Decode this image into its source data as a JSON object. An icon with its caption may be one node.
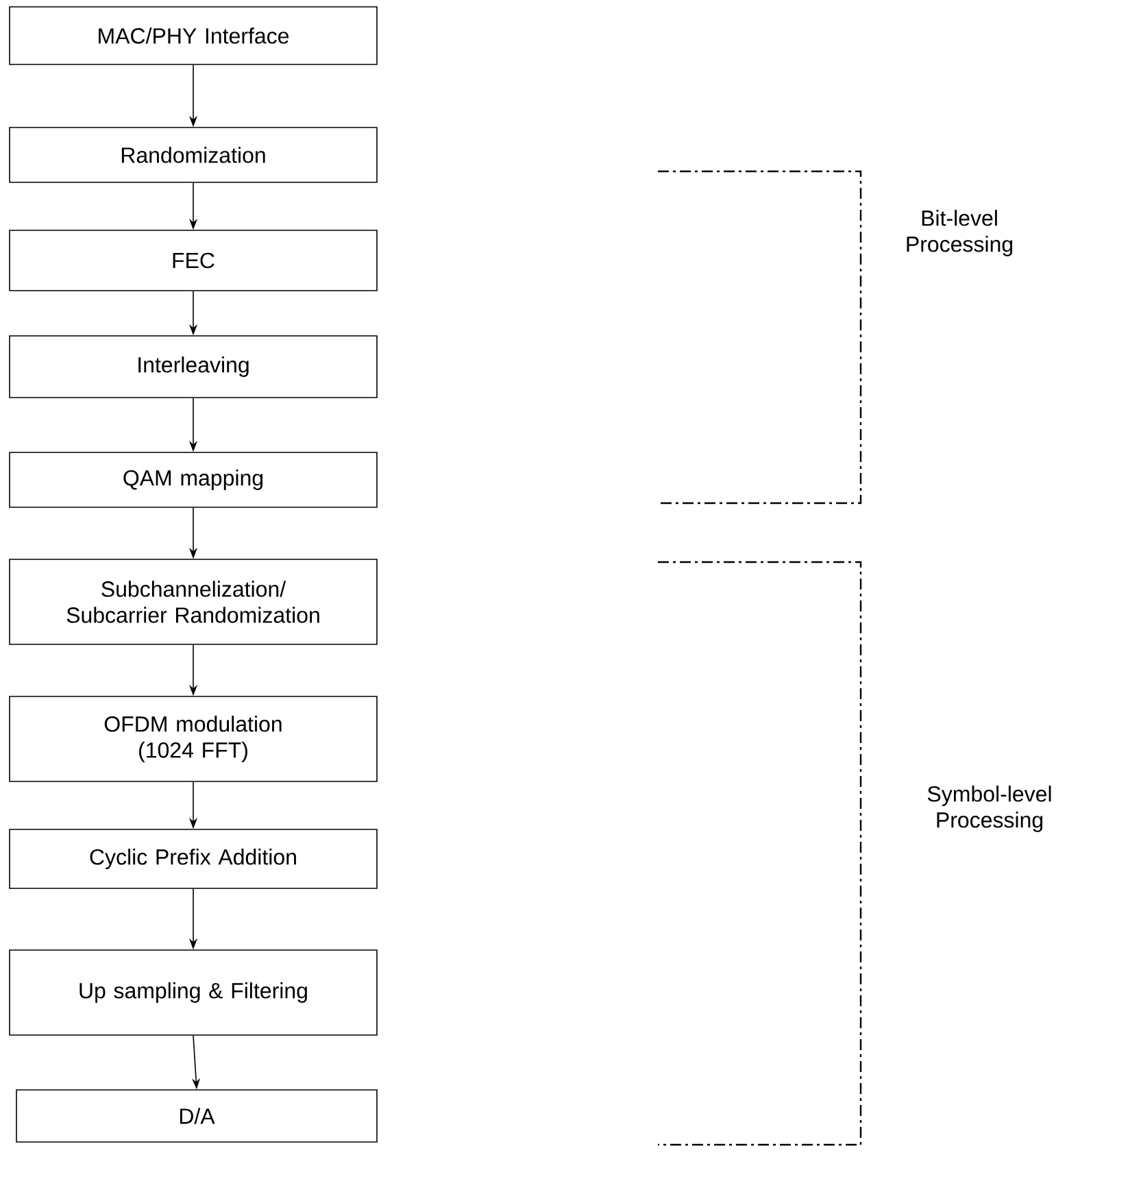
{
  "diagram": {
    "nodes": [
      {
        "text": [
          "MAC/PHY Interface"
        ]
      },
      {
        "text": [
          "Randomization"
        ]
      },
      {
        "text": [
          "FEC"
        ]
      },
      {
        "text": [
          "Interleaving"
        ]
      },
      {
        "text": [
          "QAM mapping"
        ]
      },
      {
        "text": [
          "Subchannelization/ Subcarrier Randomization"
        ]
      },
      {
        "text": [
          "OFDM modulation (1024 FFT)"
        ]
      },
      {
        "text": [
          "Cyclic Prefix Addition"
        ]
      },
      {
        "text": [
          "Up sampling & Filtering"
        ]
      },
      {
        "text": [
          "D/A"
        ]
      }
    ],
    "edges": [
      {
        "from": 0,
        "to": 1,
        "arrow": "to"
      },
      {
        "from": 1,
        "to": 2,
        "arrow": "to"
      },
      {
        "from": 2,
        "to": 3,
        "arrow": "to"
      },
      {
        "from": 3,
        "to": 4,
        "arrow": "to"
      },
      {
        "from": 4,
        "to": 5,
        "arrow": "to"
      },
      {
        "from": 5,
        "to": 6,
        "arrow": "to"
      },
      {
        "from": 6,
        "to": 7,
        "arrow": "to"
      },
      {
        "from": 7,
        "to": 8,
        "arrow": "to"
      },
      {
        "from": 8,
        "to": 9,
        "arrow": "to"
      }
    ],
    "labels": [
      "Bit-level Processing",
      "Symbol-level Processing"
    ]
  }
}
